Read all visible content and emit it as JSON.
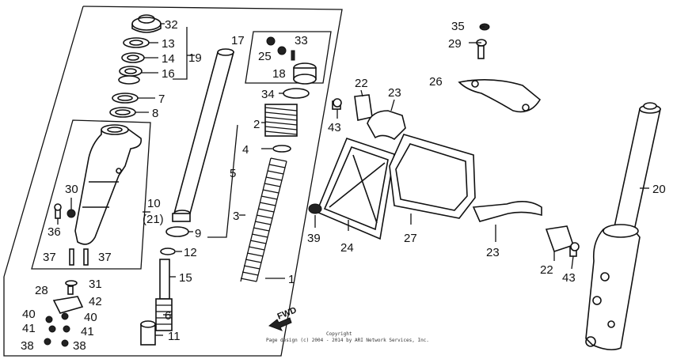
{
  "diagram": {
    "labels": [
      {
        "id": "l32",
        "text": "32"
      },
      {
        "id": "l13",
        "text": "13"
      },
      {
        "id": "l14",
        "text": "14"
      },
      {
        "id": "l19",
        "text": "19"
      },
      {
        "id": "l16",
        "text": "16"
      },
      {
        "id": "l7",
        "text": "7"
      },
      {
        "id": "l8",
        "text": "8"
      },
      {
        "id": "l17",
        "text": "17"
      },
      {
        "id": "l25",
        "text": "25"
      },
      {
        "id": "l33",
        "text": "33"
      },
      {
        "id": "l18",
        "text": "18"
      },
      {
        "id": "l34",
        "text": "34"
      },
      {
        "id": "l2",
        "text": "2"
      },
      {
        "id": "l4",
        "text": "4"
      },
      {
        "id": "l5",
        "text": "5"
      },
      {
        "id": "l3",
        "text": "3"
      },
      {
        "id": "l9",
        "text": "9"
      },
      {
        "id": "l10",
        "text": "10"
      },
      {
        "id": "l21",
        "text": "(21)"
      },
      {
        "id": "l30",
        "text": "30"
      },
      {
        "id": "l36",
        "text": "36"
      },
      {
        "id": "l37a",
        "text": "37"
      },
      {
        "id": "l37b",
        "text": "37"
      },
      {
        "id": "l12",
        "text": "12"
      },
      {
        "id": "l15",
        "text": "15"
      },
      {
        "id": "l1",
        "text": "1"
      },
      {
        "id": "l31",
        "text": "31"
      },
      {
        "id": "l28",
        "text": "28"
      },
      {
        "id": "l42",
        "text": "42"
      },
      {
        "id": "l40a",
        "text": "40"
      },
      {
        "id": "l40b",
        "text": "40"
      },
      {
        "id": "l41a",
        "text": "41"
      },
      {
        "id": "l41b",
        "text": "41"
      },
      {
        "id": "l38a",
        "text": "38"
      },
      {
        "id": "l38b",
        "text": "38"
      },
      {
        "id": "l6",
        "text": "6"
      },
      {
        "id": "l11",
        "text": "11"
      },
      {
        "id": "l35",
        "text": "35"
      },
      {
        "id": "l29",
        "text": "29"
      },
      {
        "id": "l26",
        "text": "26"
      },
      {
        "id": "l22a",
        "text": "22"
      },
      {
        "id": "l23a",
        "text": "23"
      },
      {
        "id": "l43a",
        "text": "43"
      },
      {
        "id": "l20",
        "text": "20"
      },
      {
        "id": "l39",
        "text": "39"
      },
      {
        "id": "l24",
        "text": "24"
      },
      {
        "id": "l27",
        "text": "27"
      },
      {
        "id": "l23b",
        "text": "23"
      },
      {
        "id": "l22b",
        "text": "22"
      },
      {
        "id": "l43b",
        "text": "43"
      }
    ],
    "fwd_label": "FWD",
    "copyright_line1": "Copyright",
    "copyright_line2": "Page design (c) 2004 - 2014 by ARI Network Services, Inc."
  }
}
